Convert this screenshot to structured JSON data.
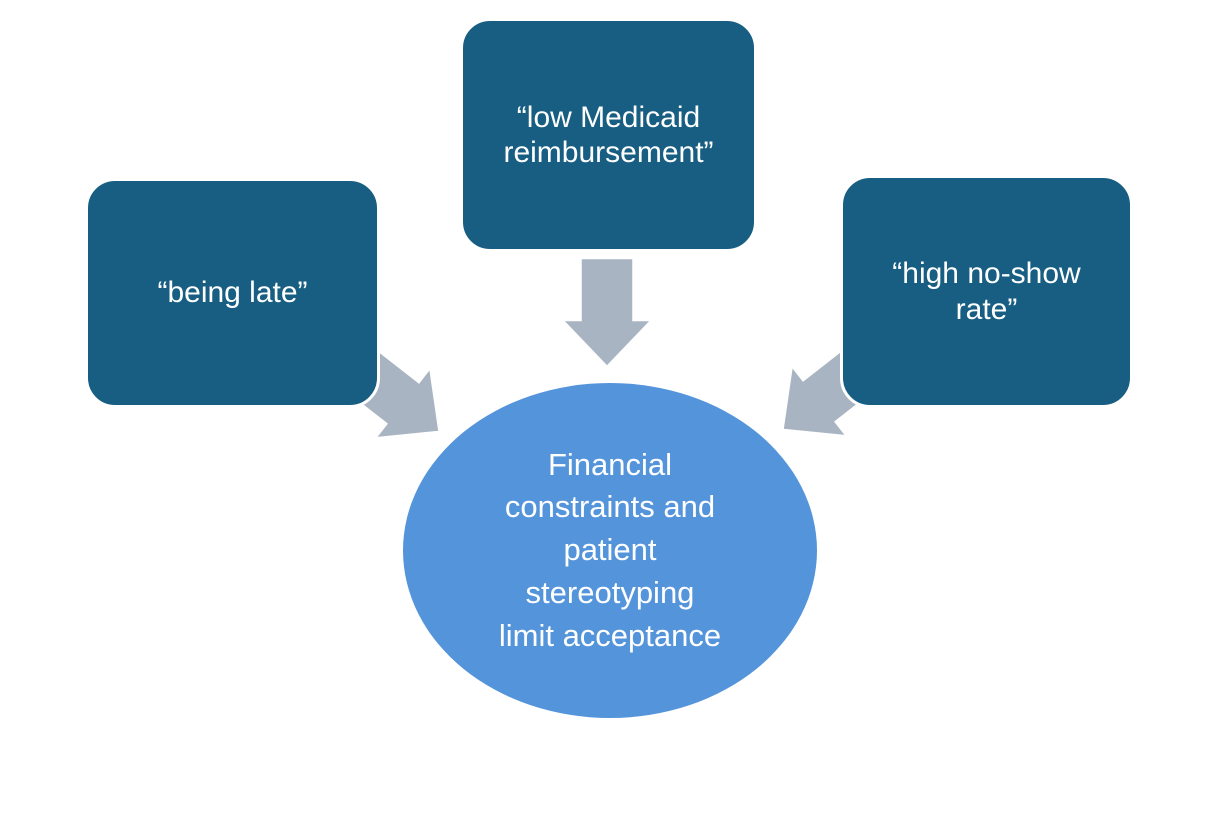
{
  "diagram": {
    "background": "#FFFFFF",
    "colors": {
      "cause_box_fill": "#175E82",
      "center_ellipse_fill": "#5494DB",
      "arrow_fill": "#A9B4C2",
      "text": "#FFFFFF"
    },
    "causes": [
      {
        "position": "left",
        "label": "“being late”"
      },
      {
        "position": "top",
        "label": "“low Medicaid\nreimbursement”"
      },
      {
        "position": "right",
        "label": "“high no-show\nrate”"
      }
    ],
    "center": {
      "label": "Financial\nconstraints and\npatient\nstereotyping\nlimit acceptance"
    },
    "arrows": [
      {
        "name": "arrow-left-to-center",
        "direction": "down-right"
      },
      {
        "name": "arrow-top-to-center",
        "direction": "down"
      },
      {
        "name": "arrow-right-to-center",
        "direction": "down-left"
      }
    ]
  }
}
